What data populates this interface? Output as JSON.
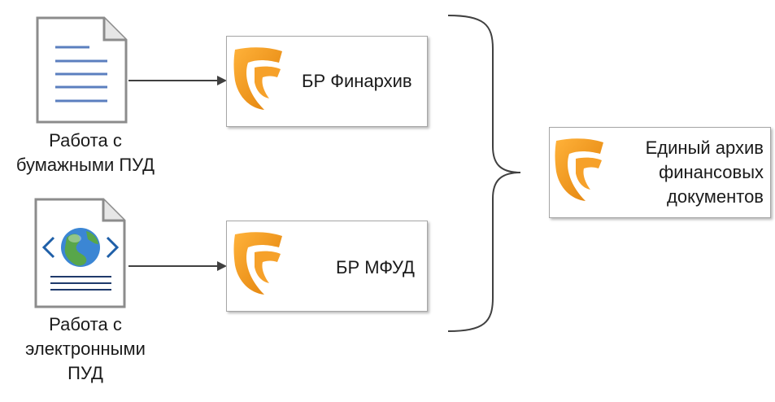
{
  "inputs": [
    {
      "label": "Работа с\nбумажными ПУД"
    },
    {
      "label": "Работа с\nэлектронными\nПУД"
    }
  ],
  "systems": [
    {
      "label": "БР Финархив"
    },
    {
      "label": "БР МФУД"
    }
  ],
  "result": {
    "label": "Единый архив\nфинансовых\nдокументов"
  },
  "colors": {
    "line": "#404040",
    "doc_lines_paper": "#5b7fbf",
    "doc_lines_electronic": "#1f3a6b",
    "logo_orange": "#f39a1a",
    "logo_dark": "#d77a08"
  }
}
